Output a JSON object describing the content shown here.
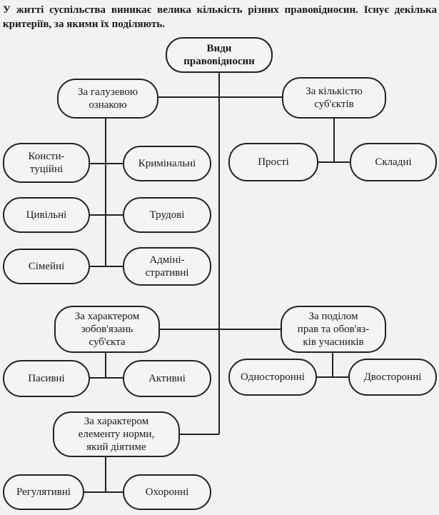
{
  "intro_text": "У житті суспільства виникає велика кількість різних правовідносин. Існує декілька критеріїв, за якими їх поділяють.",
  "root": {
    "label": "Види\nправовідносин"
  },
  "branches": {
    "galuzeva": {
      "label": "За галузевою\nознакою",
      "items": [
        "Консти-\nтуційні",
        "Кримінальні",
        "Цивільні",
        "Трудові",
        "Сімейні",
        "Адміні-\nстративні"
      ]
    },
    "kilkist": {
      "label": "За кількістю\nсуб'єктів",
      "items": [
        "Прості",
        "Складні"
      ]
    },
    "zobovyazannya": {
      "label": "За характером\nзобов'язань\nсуб'єкта",
      "items": [
        "Пасивні",
        "Активні"
      ]
    },
    "podil": {
      "label": "За поділом\nправ та обов'яз-\nків учасників",
      "items": [
        "Односторонні",
        "Двосторонні"
      ]
    },
    "element": {
      "label": "За характером\nелементу норми,\nякий діятиме",
      "items": [
        "Регулятивні",
        "Охоронні"
      ]
    }
  }
}
